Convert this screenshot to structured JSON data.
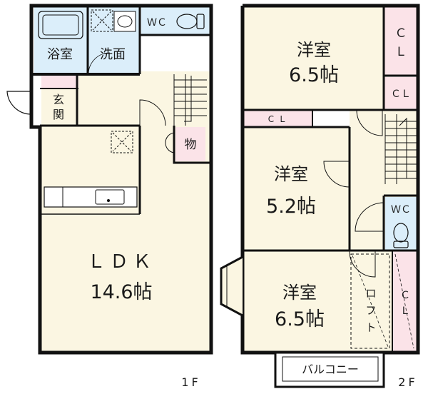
{
  "floor_1": {
    "floor_label": "1F",
    "rooms": {
      "bath": "浴室",
      "washroom": "洗面",
      "wc": "ＷＣ",
      "entrance": "玄関",
      "storage": "物",
      "ldk_name": "ＬＤＫ",
      "ldk_size": "14.6帖"
    }
  },
  "floor_2": {
    "floor_label": "2F",
    "rooms": {
      "room_a_name": "洋室",
      "room_a_size": "6.5帖",
      "room_a_closet": "ＣＬ",
      "stair_closet": "ＣＬ",
      "room_b_closet": "ＣＬ",
      "room_b_name": "洋室",
      "room_b_size": "5.2帖",
      "wc": "ＷＣ",
      "room_c_name": "洋室",
      "room_c_size": "6.5帖",
      "loft": "ロフト",
      "room_c_closet": "ＣＬ",
      "balcony": "バルコニー"
    }
  },
  "colors": {
    "room_fill": "#fbf6e2",
    "wet_fill": "#dbeefa",
    "closet_fill": "#fbe3e8",
    "wall": "#111111"
  }
}
